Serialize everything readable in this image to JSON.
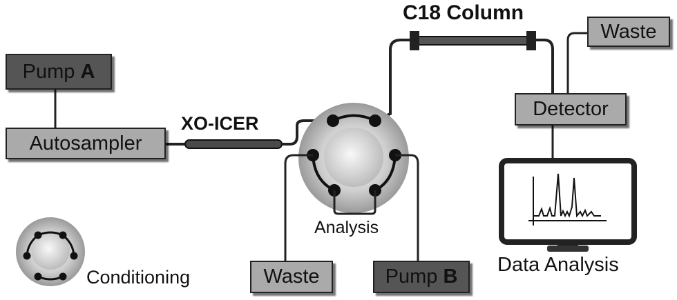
{
  "pump_a": {
    "label": "Pump ",
    "letter": "A"
  },
  "pump_b": {
    "label": "Pump ",
    "letter": "B"
  },
  "autosampler": "Autosampler",
  "xo_icer": "XO-ICER",
  "column": "C18 Column",
  "waste_top": "Waste",
  "waste_bottom": "Waste",
  "detector": "Detector",
  "analysis": "Analysis",
  "conditioning": "Conditioning",
  "data_analysis": "Data Analysis",
  "colors": {
    "dark_box": "#555555",
    "light_box": "#aaaaaa",
    "line": "#222222"
  }
}
